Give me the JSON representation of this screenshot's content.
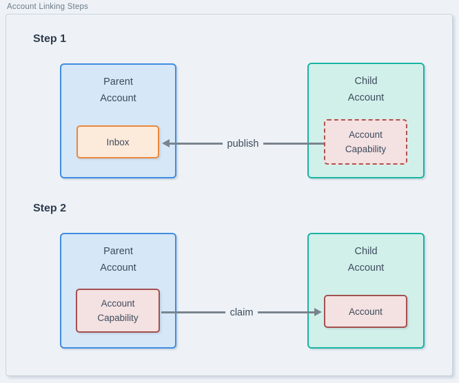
{
  "frame": {
    "title": "Account Linking Steps"
  },
  "colors": {
    "canvas_bg": "#eef2f6",
    "frame_border": "#c8d3dc",
    "heading_text": "#2d3c4e",
    "label_text": "#3c4b5d",
    "parent_box_fill": "#d6e7f8",
    "parent_box_border": "#3f8ce0",
    "child_box_fill": "#d2f0ea",
    "child_box_border": "#17b3a2",
    "inbox_fill": "#fceadb",
    "inbox_border": "#e8873c",
    "capability_fill": "#f4e1e1",
    "capability_border": "#a2504e",
    "capability_dashed_border": "#b2504c",
    "arrow": "#78848f"
  },
  "steps": [
    {
      "heading": "Step 1",
      "parent_box": {
        "label": "Parent\nAccount",
        "inner": {
          "label": "Inbox",
          "style": "orange-solid"
        }
      },
      "child_box": {
        "label": "Child\nAccount",
        "inner": {
          "label": "Account\nCapability",
          "style": "red-dashed"
        }
      },
      "arrow": {
        "label": "publish",
        "direction": "left"
      }
    },
    {
      "heading": "Step 2",
      "parent_box": {
        "label": "Parent\nAccount",
        "inner": {
          "label": "Account\nCapability",
          "style": "red-solid"
        }
      },
      "child_box": {
        "label": "Child\nAccount",
        "inner": {
          "label": "Account",
          "style": "red-solid"
        }
      },
      "arrow": {
        "label": "claim",
        "direction": "right"
      }
    }
  ]
}
